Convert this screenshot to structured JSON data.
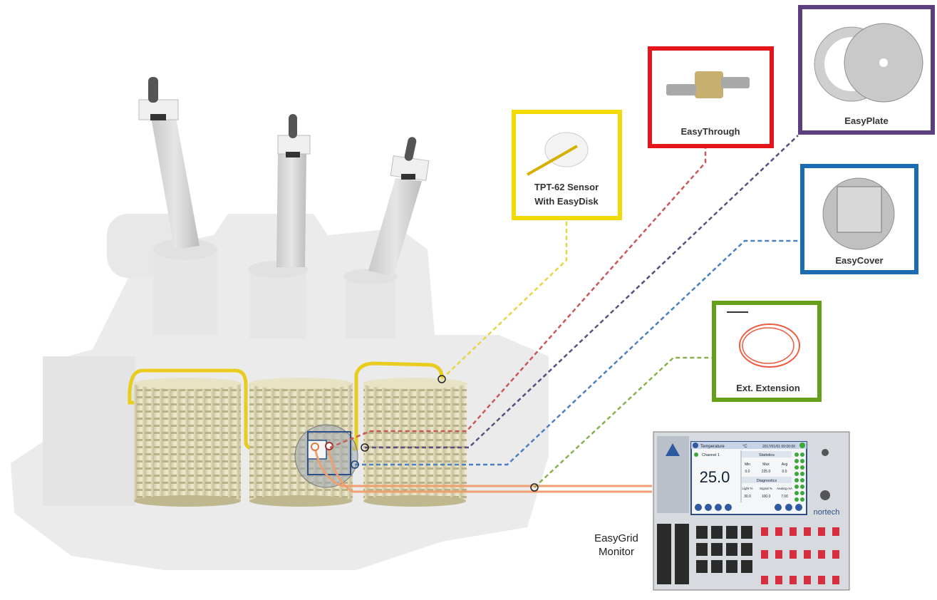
{
  "components": {
    "tpt62": {
      "label_line1": "TPT-62 Sensor",
      "label_line2": "With EasyDisk",
      "color": "#F2DA05"
    },
    "easythrough": {
      "label": "EasyThrough",
      "color": "#E4161B"
    },
    "easyplate": {
      "label": "EasyPlate",
      "color": "#5C3F7F"
    },
    "easycover": {
      "label": "EasyCover",
      "color": "#1C6CB4"
    },
    "ext_extension": {
      "label": "Ext. Extension",
      "color": "#66A01A"
    }
  },
  "monitor": {
    "caption_line1": "EasyGrid",
    "caption_line2": "Monitor",
    "screen": {
      "title": "Temperature",
      "unit": "°C",
      "datetime": "2017/01/01 00:00:00",
      "channel": "Channel 1",
      "reading": "25.0",
      "statistics_header": "Statistics",
      "stats_labels": [
        "Min",
        "Max",
        "Avg"
      ],
      "stats_values": [
        "0.0",
        "225.0",
        "0.0"
      ],
      "diagnostics_header": "Diagnostics",
      "diag_labels": [
        "Light %",
        "Signal %",
        "Analog mA"
      ],
      "diag_values": [
        "30.0",
        "100.0",
        "7.00"
      ]
    },
    "brand": "nortech"
  }
}
